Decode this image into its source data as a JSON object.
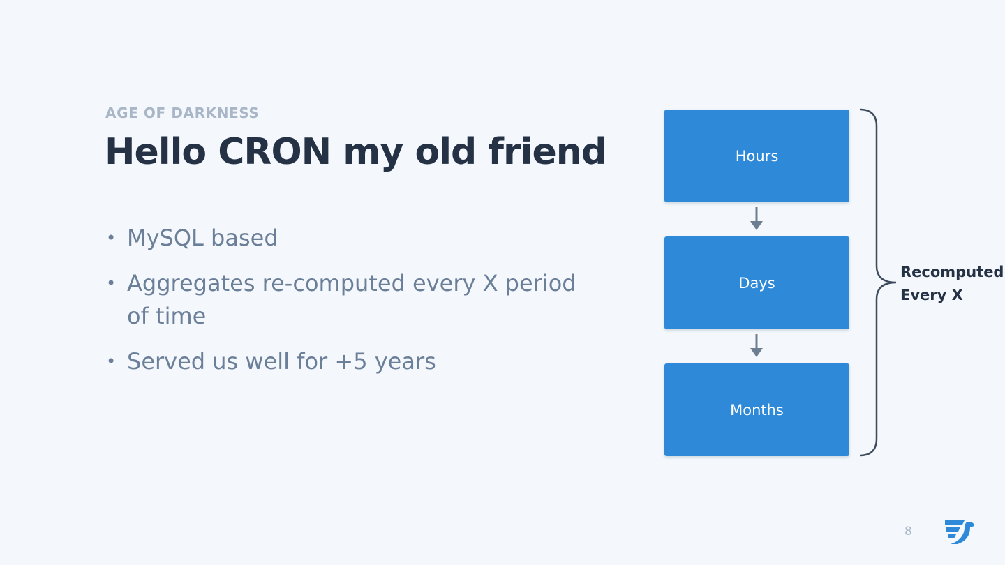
{
  "slide": {
    "eyebrow": "AGE OF DARKNESS",
    "title": "Hello CRON my old friend",
    "page_number": "8"
  },
  "bullets": [
    {
      "text": "MySQL based"
    },
    {
      "text": "Aggregates re-computed every X period of time"
    },
    {
      "text": "Served us well for +5 years"
    }
  ],
  "diagram": {
    "boxes": [
      {
        "label": "Hours"
      },
      {
        "label": "Days"
      },
      {
        "label": "Months"
      }
    ],
    "brace_label": {
      "line1": "Recomputed",
      "line2": "Every X"
    }
  },
  "colors": {
    "background": "#f4f8fc",
    "box_fill": "#2e89d9",
    "title_text": "#253245",
    "eyebrow_text": "#a9b6c8",
    "body_text": "#6b7f99",
    "arrow": "#6e7e91",
    "logo": "#2e89d9"
  },
  "icons": {
    "logo": "messagebird-logo-icon",
    "bullet": "bullet-dot-icon",
    "arrow": "arrow-down-icon",
    "brace": "curly-brace-icon"
  }
}
